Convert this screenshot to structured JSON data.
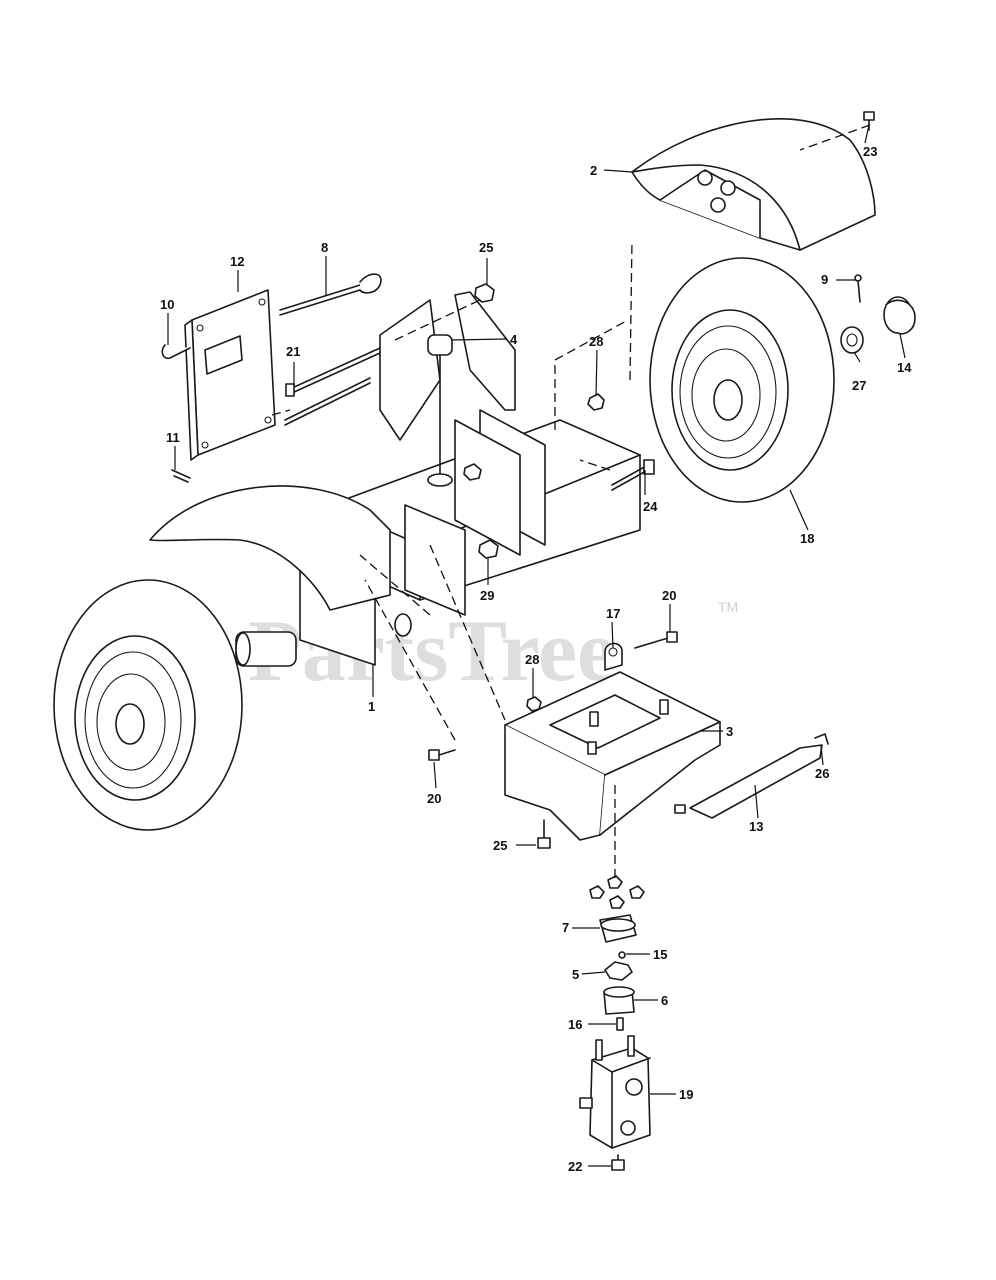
{
  "watermark": {
    "text": "PartsTree",
    "trademark": "TM"
  },
  "callouts": {
    "c1": "1",
    "c2": "2",
    "c3": "3",
    "c4": "4",
    "c5": "5",
    "c6": "6",
    "c7": "7",
    "c8": "8",
    "c9": "9",
    "c10": "10",
    "c11": "11",
    "c12": "12",
    "c13": "13",
    "c14": "14",
    "c15": "15",
    "c16": "16",
    "c17": "17",
    "c18": "18",
    "c19": "19",
    "c20a": "20",
    "c20b": "20",
    "c21": "21",
    "c22": "22",
    "c23": "23",
    "c24": "24",
    "c25a": "25",
    "c25b": "25",
    "c26": "26",
    "c27": "27",
    "c28a": "28",
    "c28b": "28",
    "c29": "29"
  },
  "colors": {
    "line": "#1a1a1a",
    "watermark": "#d9d9d9",
    "background": "#ffffff"
  }
}
